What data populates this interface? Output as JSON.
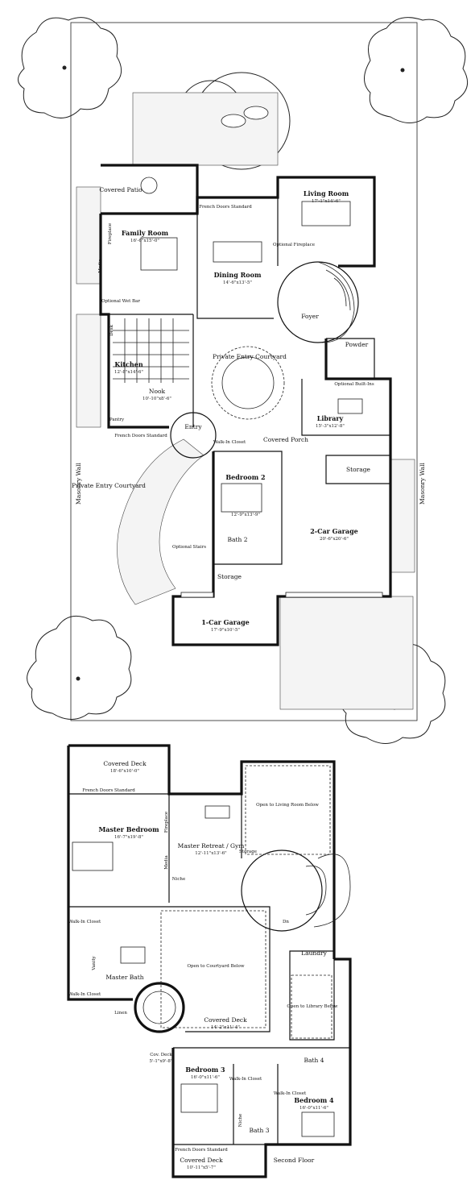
{
  "first_floor": {
    "side_labels": {
      "masonry_wall_left": "Masonry Wall",
      "masonry_wall_right": "Masonry Wall"
    },
    "rooms": {
      "covered_patio": {
        "name": "Covered Patio"
      },
      "family_room": {
        "name": "Family Room",
        "dim": "16'-6\"x15'-0\""
      },
      "fireplace": {
        "name": "Fireplace"
      },
      "media": {
        "name": "Media"
      },
      "optional_wet_bar": {
        "name": "Optional Wet Bar"
      },
      "french_doors": {
        "name": "French Doors Standard"
      },
      "dining_room": {
        "name": "Dining Room",
        "dim": "14'-6\"x13'-5\""
      },
      "living_room": {
        "name": "Living Room",
        "dim": "17'-1\"x14'-6\""
      },
      "optional_fireplace": {
        "name": "Optional Fireplace"
      },
      "foyer": {
        "name": "Foyer"
      },
      "powder": {
        "name": "Powder"
      },
      "desk": {
        "name": "Desk"
      },
      "kitchen": {
        "name": "Kitchen",
        "dim": "12'-8\"x14'-6\""
      },
      "nook": {
        "name": "Nook",
        "dim": "10'-10\"x8'-6\""
      },
      "pantry": {
        "name": "Pantry"
      },
      "kitchen_french_doors": {
        "name": "French Doors Standard"
      },
      "private_entry_courtyard_center": {
        "name": "Private Entry Courtyard"
      },
      "entry": {
        "name": "Entry"
      },
      "optional_built_ins": {
        "name": "Optional Built-Ins"
      },
      "library": {
        "name": "Library",
        "dim": "15'-3\"x12'-8\""
      },
      "walk_in_closet": {
        "name": "Walk-In Closet"
      },
      "covered_porch": {
        "name": "Covered Porch"
      },
      "private_entry_courtyard_left": {
        "name": "Private Entry Courtyard"
      },
      "bedroom_2": {
        "name": "Bedroom 2",
        "dim": "12'-9\"x13'-9\""
      },
      "storage_right": {
        "name": "Storage"
      },
      "bath_2": {
        "name": "Bath 2"
      },
      "two_car_garage": {
        "name": "2-Car Garage",
        "dim": "20'-6\"x20'-6\""
      },
      "optional_stairs": {
        "name": "Optional Stairs"
      },
      "storage_lower": {
        "name": "Storage"
      },
      "one_car_garage": {
        "name": "1-Car Garage",
        "dim": "17'-9\"x10'-5\""
      }
    }
  },
  "second_floor": {
    "title": "Second Floor",
    "rooms": {
      "covered_deck_top": {
        "name": "Covered Deck",
        "dim": "18'-6\"x10'-0\""
      },
      "french_doors_top": {
        "name": "French Doors Standard"
      },
      "master_bedroom": {
        "name": "Master Bedroom",
        "dim": "16'-7\"x19'-8\""
      },
      "fireplace": {
        "name": "Fireplace"
      },
      "media": {
        "name": "Media"
      },
      "master_retreat": {
        "name": "Master Retreat / Gym",
        "dim": "12'-11\"x13'-6\""
      },
      "storage": {
        "name": "Storage"
      },
      "open_to_living": {
        "name": "Open to Living Room Below"
      },
      "niche": {
        "name": "Niche"
      },
      "walk_in_closet_1": {
        "name": "Walk-In Closet"
      },
      "vanity": {
        "name": "Vanity"
      },
      "master_bath": {
        "name": "Master Bath"
      },
      "walk_in_closet_2": {
        "name": "Walk-In Closet"
      },
      "linen": {
        "name": "Linen"
      },
      "open_to_courtyard": {
        "name": "Open to Courtyard Below"
      },
      "dn": {
        "name": "Dn"
      },
      "laundry": {
        "name": "Laundry"
      },
      "open_to_library": {
        "name": "Open to Library Below"
      },
      "covered_deck_mid": {
        "name": "Covered Deck",
        "dim": "14'-2\"x11'-4\""
      },
      "cov_deck": {
        "name": "Cov. Deck",
        "dim": "5'-1\"x9'-8\""
      },
      "bedroom_3": {
        "name": "Bedroom 3",
        "dim": "16'-0\"x11'-6\""
      },
      "walk_in_closet_3": {
        "name": "Walk-In Closet"
      },
      "bath_4": {
        "name": "Bath 4"
      },
      "walk_in_closet_4": {
        "name": "Walk-In Closet"
      },
      "bedroom_4": {
        "name": "Bedroom 4",
        "dim": "16'-0\"x11'-6\""
      },
      "niche_2": {
        "name": "Niche"
      },
      "bath_3": {
        "name": "Bath 3"
      },
      "french_doors_bottom": {
        "name": "French Doors Standard"
      },
      "covered_deck_bottom": {
        "name": "Covered Deck",
        "dim": "10'-11\"x5'-7\""
      }
    }
  }
}
